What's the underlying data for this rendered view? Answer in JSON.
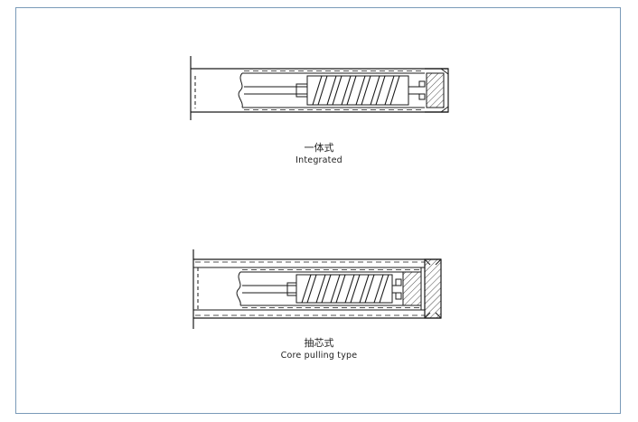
{
  "colors": {
    "frame": "#7a9ab8",
    "line": "#1a1a1a"
  },
  "figures": [
    {
      "caption_zh": "一体式",
      "caption_en": "Integrated"
    },
    {
      "caption_zh": "抽芯式",
      "caption_en": "Core pulling type"
    }
  ]
}
